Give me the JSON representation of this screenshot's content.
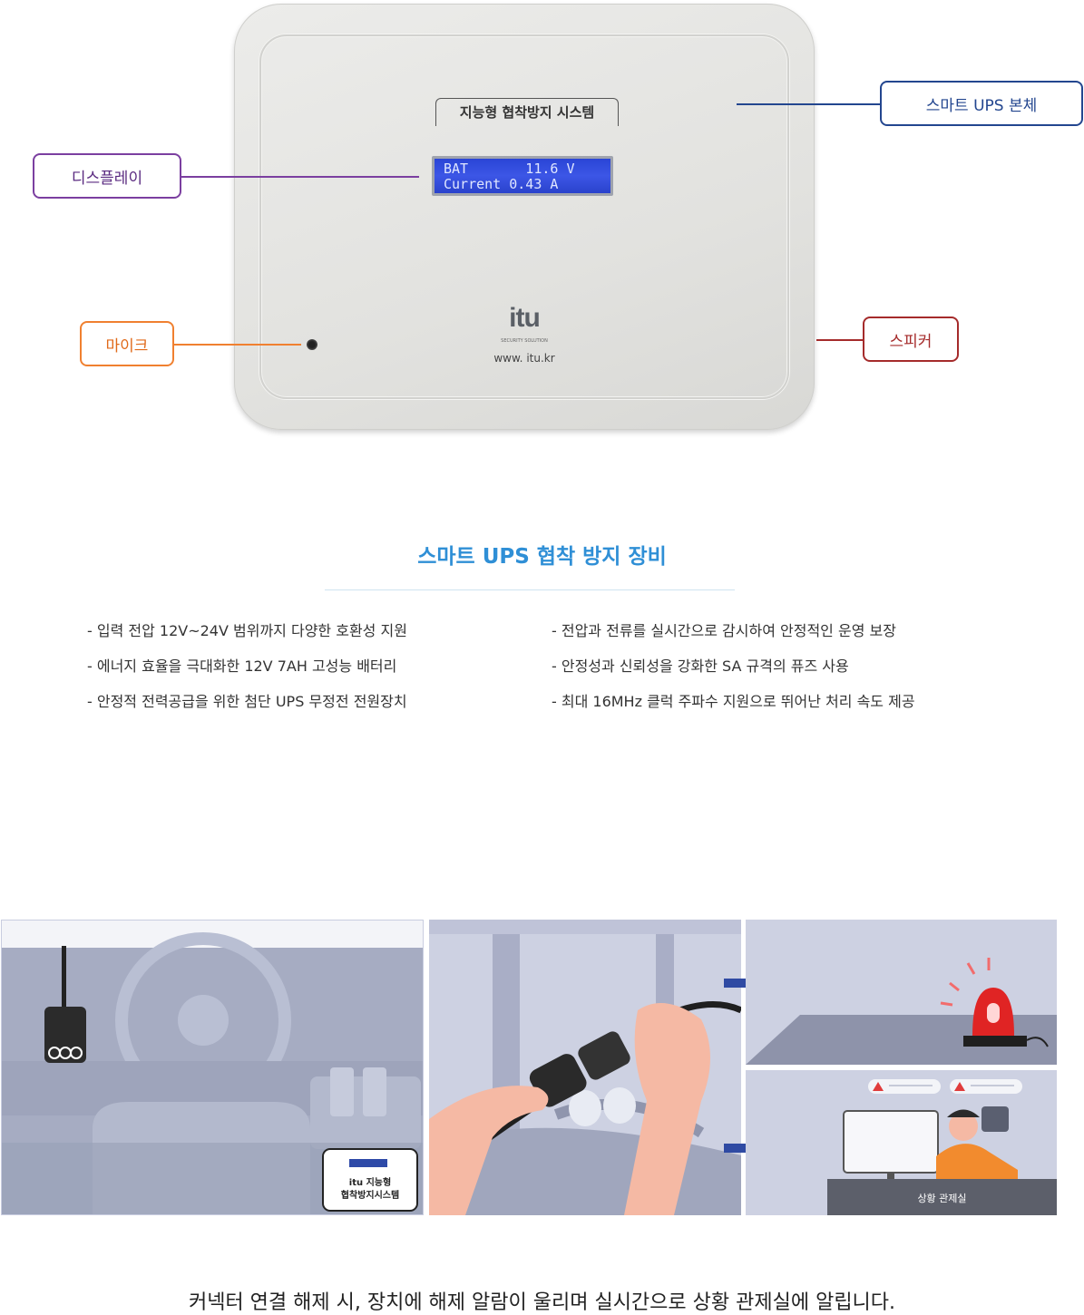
{
  "device": {
    "system_label": "지능형 협착방지 시스템",
    "lcd_line1": "BAT       11.6 V",
    "lcd_line2": "Current 0.43 A",
    "logo": "itu",
    "logo_sub": "SECURITY SOLUTION",
    "website": "www. itu.kr"
  },
  "callouts": {
    "display": {
      "label": "디스플레이",
      "color": "#7b3fa0"
    },
    "mic": {
      "label": "마이크",
      "color": "#f08030"
    },
    "ups_body": {
      "label": "스마트 UPS 본체",
      "color": "#23468f"
    },
    "speaker": {
      "label": "스피커",
      "color": "#a52b2b"
    }
  },
  "section": {
    "title": "스마트 UPS 협착 방지 장비",
    "features_left": [
      "- 입력 전압 12V~24V 범위까지 다양한 호환성 지원",
      "- 에너지 효율을 극대화한 12V 7AH 고성능 배터리",
      "- 안정적 전력공급을 위한 첨단 UPS 무정전 전원장치"
    ],
    "features_right": [
      "- 전압과 전류를 실시간으로 감시하여 안정적인 운영 보장",
      "- 안정성과 신뢰성을 강화한 SA 규격의 퓨즈 사용",
      "- 최대 16MHz 클럭 주파수 지원으로 뛰어난 처리 속도 제공"
    ]
  },
  "illustration": {
    "device_tag_line1": "itu 지능형",
    "device_tag_line2": "협착방지시스템",
    "control_room_label": "상황 관제실"
  },
  "caption": "커넥터 연결 해제 시, 장치에 해제 알람이 울리며 실시간으로 상황 관제실에 알립니다."
}
